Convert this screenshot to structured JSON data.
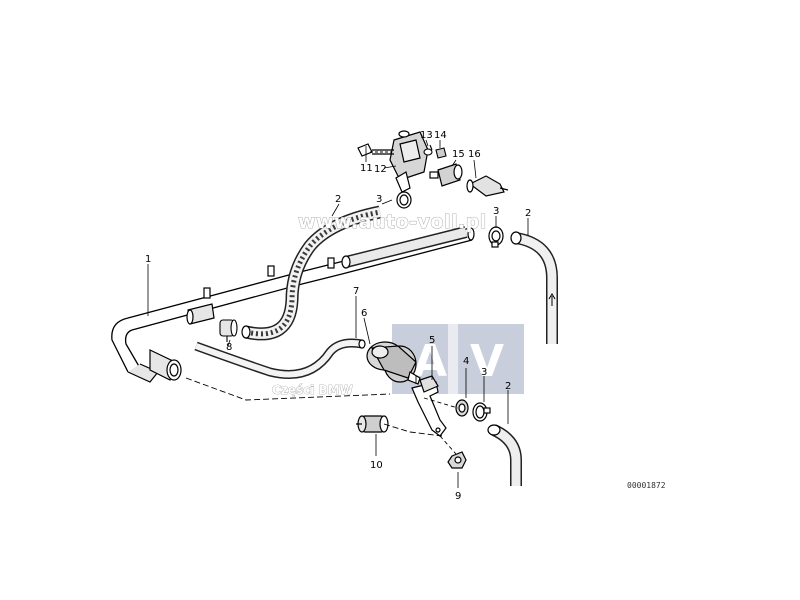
{
  "callouts": [
    {
      "id": "1",
      "label": "1"
    },
    {
      "id": "2a",
      "label": "2"
    },
    {
      "id": "2b",
      "label": "2"
    },
    {
      "id": "2c",
      "label": "2"
    },
    {
      "id": "3a",
      "label": "3"
    },
    {
      "id": "3b",
      "label": "3"
    },
    {
      "id": "3c",
      "label": "3"
    },
    {
      "id": "4",
      "label": "4"
    },
    {
      "id": "5",
      "label": "5"
    },
    {
      "id": "6",
      "label": "6"
    },
    {
      "id": "7",
      "label": "7"
    },
    {
      "id": "8",
      "label": "8"
    },
    {
      "id": "9",
      "label": "9"
    },
    {
      "id": "10",
      "label": "10"
    },
    {
      "id": "11",
      "label": "11"
    },
    {
      "id": "12",
      "label": "12"
    },
    {
      "id": "13",
      "label": "13"
    },
    {
      "id": "14",
      "label": "14"
    },
    {
      "id": "15",
      "label": "15"
    },
    {
      "id": "16",
      "label": "16"
    }
  ],
  "part_number": "00001872",
  "watermark": {
    "url": "www.auto-voll.pl",
    "parts_text": "Części BMW",
    "logo_left": "A",
    "logo_right": "V"
  },
  "colors": {
    "line": "#000000",
    "hose_fill": "#e6e6e6",
    "watermark_box": "#9aa5bd"
  }
}
